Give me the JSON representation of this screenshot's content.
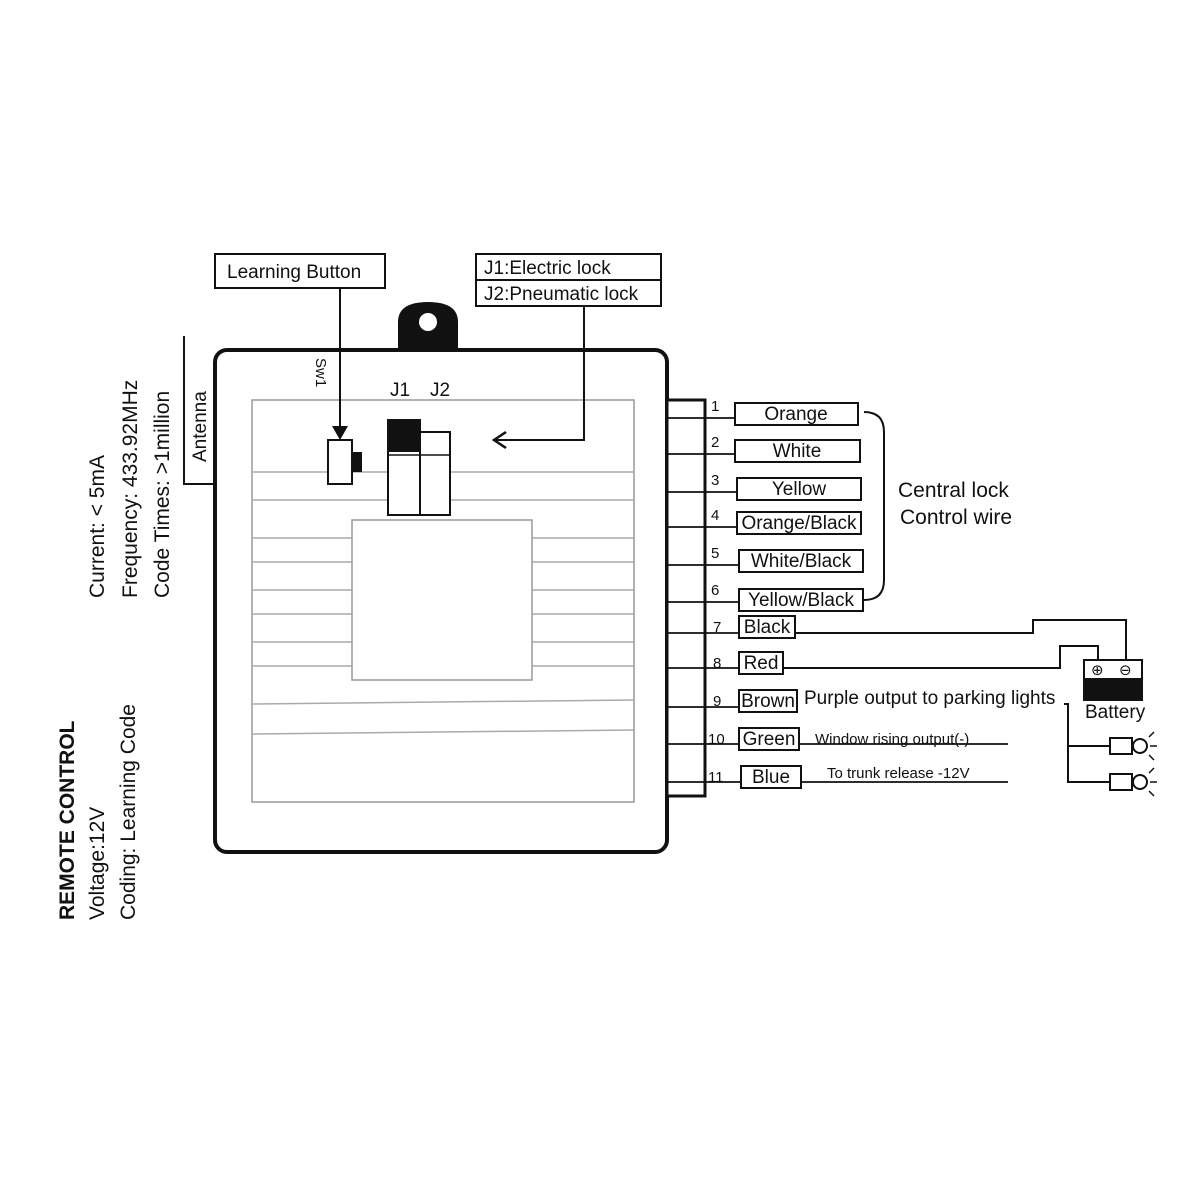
{
  "callouts": {
    "learning_button": "Learning Button",
    "j1": "J1:Electric lock",
    "j2": "J2:Pneumatic lock"
  },
  "board": {
    "sw1": "Sw1",
    "j1": "J1",
    "j2": "J2",
    "antenna": "Antenna"
  },
  "specs": {
    "current": "Current:  < 5mA",
    "frequency": "Frequency: 433.92MHz",
    "code_times": "Code Times: >1million",
    "title": "REMOTE CONTROL",
    "voltage": "Voltage:12V",
    "coding": "Coding: Learning Code"
  },
  "wires": [
    {
      "num": "1",
      "label": "Orange"
    },
    {
      "num": "2",
      "label": "White"
    },
    {
      "num": "3",
      "label": "Yellow"
    },
    {
      "num": "4",
      "label": "Orange/Black"
    },
    {
      "num": "5",
      "label": "White/Black"
    },
    {
      "num": "6",
      "label": "Yellow/Black"
    },
    {
      "num": "7",
      "label": "Black"
    },
    {
      "num": "8",
      "label": "Red"
    },
    {
      "num": "9",
      "label": "Brown"
    },
    {
      "num": "10",
      "label": "Green"
    },
    {
      "num": "11",
      "label": "Blue"
    }
  ],
  "central_lock": {
    "line1": "Central lock",
    "line2": "Control wire"
  },
  "annotations": {
    "parking": "Purple output to parking lights",
    "window": "Window rising output(-)",
    "trunk": "To trunk release -12V",
    "battery": "Battery",
    "plus": "⊕",
    "minus": "⊖"
  }
}
